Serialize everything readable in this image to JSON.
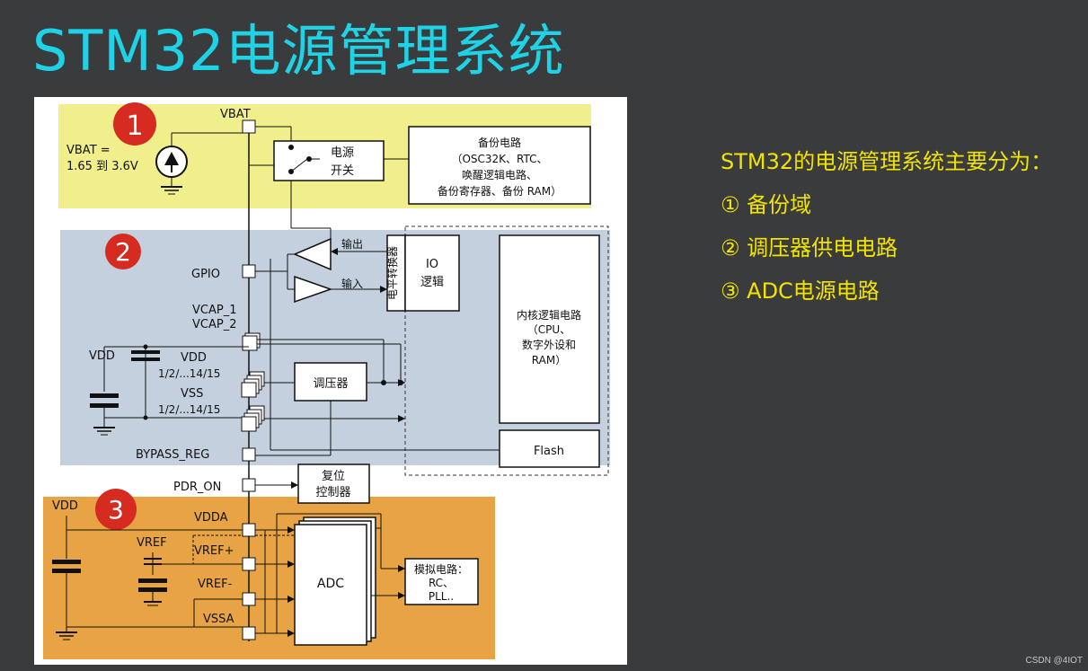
{
  "title": "STM32电源管理系统",
  "diagram": {
    "markers": [
      "1",
      "2",
      "3"
    ],
    "pins": {
      "vbat": "VBAT",
      "gpio": "GPIO",
      "vcap1": "VCAP_1",
      "vcap2": "VCAP_2",
      "vdd": "VDD",
      "vdd_range": "1/2/...14/15",
      "vss": "VSS",
      "vss_range": "1/2/...14/15",
      "bypass_reg": "BYPASS_REG",
      "pdr_on": "PDR_ON",
      "vdda": "VDDA",
      "vref_plus": "VREF+",
      "vref_minus": "VREF-",
      "vssa": "VSSA"
    },
    "sources": {
      "vbat_value_line1": "VBAT =",
      "vbat_value_line2": "1.65 到 3.6V",
      "vdd_label": "VDD",
      "vdd_label_2": "VDD",
      "vref_label": "VREF"
    },
    "blocks": {
      "power_switch_line1": "电源",
      "power_switch_line2": "开关",
      "backup_line1": "备份电路",
      "backup_line2": "（OSC32K、RTC、",
      "backup_line3": "唤醒逻辑电路、",
      "backup_line4": "备份寄存器、备份 RAM）",
      "output": "输出",
      "input": "输入",
      "level_shifter": "电平转换器",
      "io_line1": "IO",
      "io_line2": "逻辑",
      "core_line1": "内核逻辑电路",
      "core_line2": "（CPU、",
      "core_line3": "数字外设和",
      "core_line4": "RAM）",
      "regulator": "调压器",
      "flash": "Flash",
      "reset_line1": "复位",
      "reset_line2": "控制器",
      "adc": "ADC",
      "analog_line1": "模拟电路：",
      "analog_line2": "RC、",
      "analog_line3": "PLL.."
    }
  },
  "bullets": {
    "intro": "STM32的电源管理系统主要分为：",
    "item1": "① 备份域",
    "item2": "② 调压器供电电路",
    "item3": "③ ADC电源电路"
  },
  "watermark": "CSDN @4IOT",
  "colors": {
    "title": "#1fd3e6",
    "bullets": "#f2e400",
    "background": "#3a3b3d",
    "zone1": "#f0ef8c",
    "zone2": "#c4d0de",
    "zone3": "#e8a444",
    "marker": "#d62b20"
  }
}
